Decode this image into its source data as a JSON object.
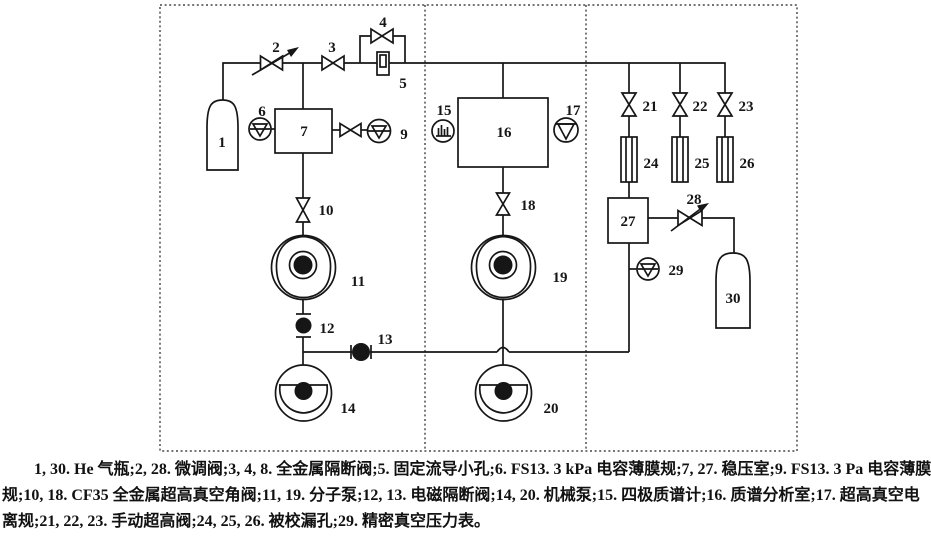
{
  "diagram": {
    "labels": {
      "c1": "1",
      "c2": "2",
      "c3": "3",
      "c4": "4",
      "c5": "5",
      "c6": "6",
      "c7": "7",
      "c9": "9",
      "c10": "10",
      "c11": "11",
      "c12": "12",
      "c13": "13",
      "c14": "14",
      "c15": "15",
      "c16": "16",
      "c17": "17",
      "c18": "18",
      "c19": "19",
      "c20": "20",
      "c21": "21",
      "c22": "22",
      "c23": "23",
      "c24": "24",
      "c25": "25",
      "c26": "26",
      "c27": "27",
      "c28": "28",
      "c29": "29",
      "c30": "30"
    },
    "icon_names": {
      "bottle": "he-gas-bottle-icon",
      "bowtie": "shutoff-valve-icon",
      "needle": "fine-adjust-valve-icon",
      "solenoid": "solenoid-valve-icon",
      "gauge": "diaphragm-gauge-icon",
      "ion_gauge": "ionization-gauge-icon",
      "mass_spec": "quadrupole-mass-spectrometer-icon",
      "molecular_pump": "molecular-pump-icon",
      "mechanical_pump": "mechanical-pump-icon",
      "leak_tube": "calibrated-leak-icon"
    }
  },
  "legend": {
    "line1": "1, 30. He 气瓶;2, 28. 微调阀;3, 4, 8. 全金属隔断阀;5. 固定流导小孔;6. FS13. 3 kPa 电容薄膜规;7, 27. 稳压室;9. FS13. 3 Pa 电容薄膜",
    "line2": "规;10, 18. CF35 全金属超高真空角阀;11, 19. 分子泵;12, 13. 电磁隔断阀;14, 20. 机械泵;15. 四极质谱计;16. 质谱分析室;17. 超高真空电",
    "line3": "离规;21, 22, 23. 手动超高阀;24, 25, 26. 被校漏孔;29. 精密真空压力表。"
  },
  "colors": {
    "ink": "#161616",
    "background": "#ffffff"
  }
}
